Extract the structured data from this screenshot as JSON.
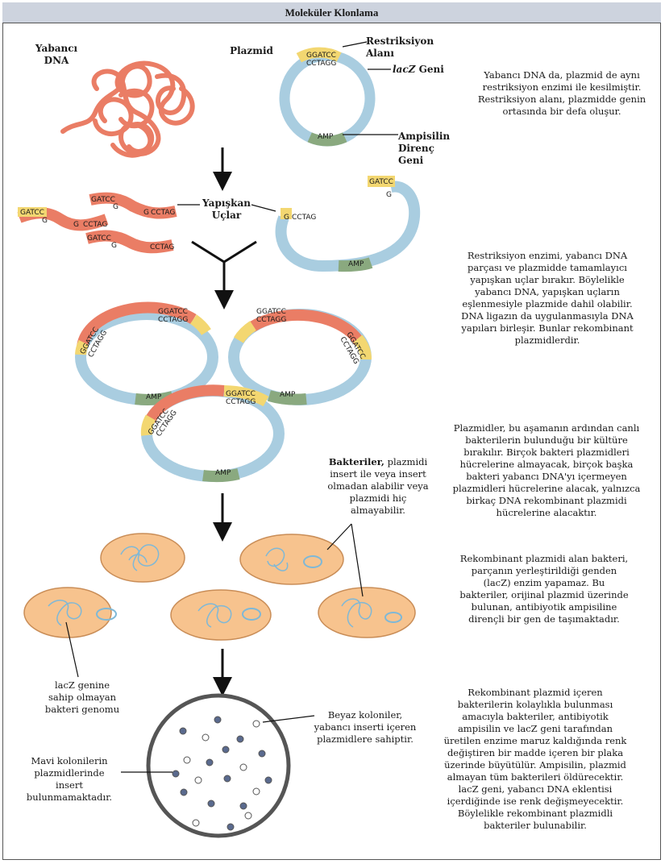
{
  "title": "Moleküler Klonlama",
  "labels": {
    "foreign_dna": "Yabancı DNA",
    "plasmid": "Plazmid",
    "restriction_site": "Restriksiyon Alanı",
    "lacz_italic": "lacZ",
    "lacz_rest": " Geni",
    "amp_resistance_l1": "Ampisilin",
    "amp_resistance_l2": "Direnç Geni",
    "sticky_ends_l1": "Yapışkan",
    "sticky_ends_l2": "Uçlar",
    "amp": "AMP",
    "ggatcc": "GGATCC",
    "cctagg": "CCTAGG",
    "gatcc": "GATCC",
    "g": "G",
    "cctag": "CCTAG"
  },
  "descriptions": {
    "step1": "Yabancı DNA da, plazmid de aynı restriksiyon enzimi ile kesilmiştir. Restriksiyon alanı, plazmidde genin ortasında bir defa oluşur.",
    "step2": "Restriksiyon enzimi, yabancı DNA parçası ve plazmidde tamamlayıcı yapışkan uçlar bırakır. Böylelikle yabancı DNA, yapışkan uçların eşlenmesiyle plazmide dahil olabilir. DNA ligazın da uygulanmasıyla DNA yapıları birleşir. Bunlar rekombinant plazmidlerdir.",
    "step3": "Plazmidler, bu aşamanın ardından canlı bakterilerin bulunduğu bir kültüre bırakılır. Birçok bakteri plazmidleri hücrelerine almayacak, birçok başka bakteri yabancı DNA'yı içermeyen plazmidleri hücrelerine alacak, yalnızca birkaç DNA rekombinant plazmidi hücrelerine alacaktır.",
    "step4": "Rekombinant plazmidi alan bakteri, parçanın yerleştirildiği genden (lacZ) enzim yapamaz. Bu bakteriler, orijinal plazmid üzerinde bulunan, antibiyotik ampisiline dirençli bir gen de taşımaktadır.",
    "step5": "Rekombinant plazmid içeren bakterilerin kolaylıkla bulunması amacıyla bakteriler, antibiyotik ampisilin ve lacZ geni tarafından üretilen enzime maruz kaldığında renk değiştiren bir madde içeren bir plaka üzerinde büyütülür. Ampisilin, plazmid almayan tüm bakterileri öldürecektir. lacZ geni, yabancı DNA eklentisi içerdiğinde ise renk değişmeyecektir. Böylelikle rekombinant plazmidli bakteriler bulunabilir.",
    "bacteria_bold": "Bakteriler,",
    "bacteria_rest": " plazmidi insert ile veya insert olmadan alabilir veya plazmidi hiç almayabilir.",
    "no_lacz": "lacZ genine sahip olmayan bakteri genomu",
    "white_colonies": "Beyaz koloniler, yabancı inserti içeren plazmidlere sahiptir.",
    "blue_colonies": "Mavi kolonilerin plazmidlerinde insert bulunmamaktadır."
  },
  "colors": {
    "foreign_dna": "#ea7d65",
    "plasmid": "#a9cde0",
    "amp": "#8aa97f",
    "site": "#f3d771",
    "cell_fill": "#f7c38e",
    "cell_stroke": "#c98d57",
    "blue_colony": "#5a6a8e",
    "dish": "#555555"
  }
}
